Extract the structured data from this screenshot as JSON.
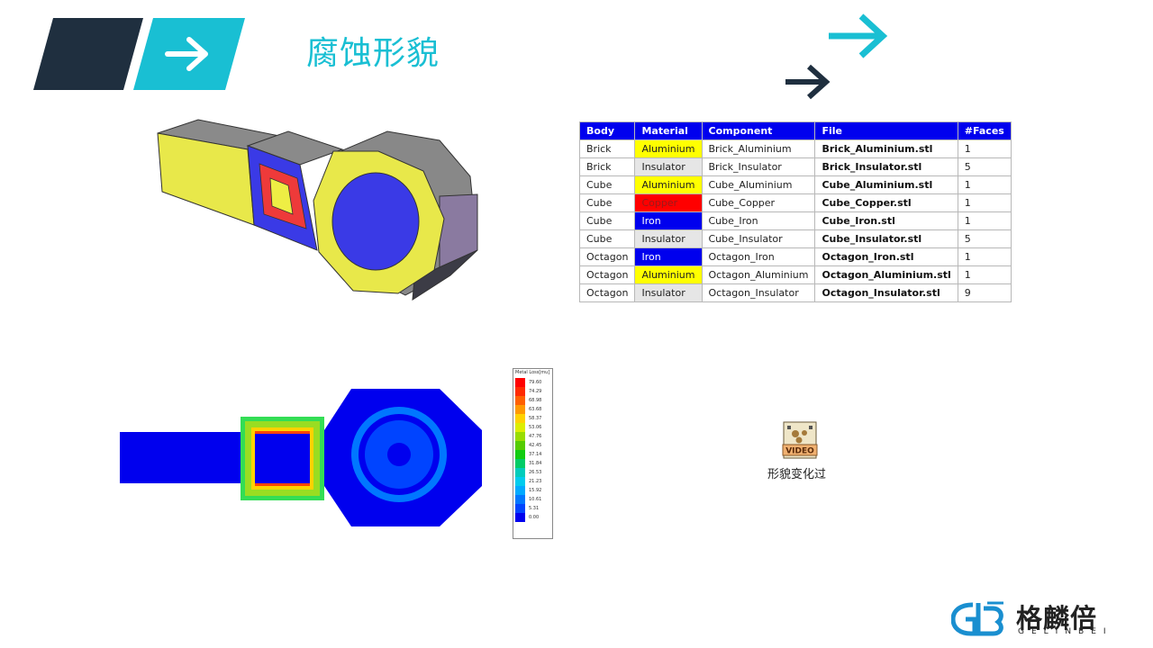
{
  "header": {
    "title": "腐蚀形貌"
  },
  "table": {
    "headers": [
      "Body",
      "Material",
      "Component",
      "File",
      "#Faces"
    ],
    "rows": [
      {
        "body": "Brick",
        "material": "Aluminium",
        "material_color": "#ffff00",
        "material_text_color": "#222222",
        "component": "Brick_Aluminium",
        "file": "Brick_Aluminium.stl",
        "faces": "1"
      },
      {
        "body": "Brick",
        "material": "Insulator",
        "material_color": "#e6e6e6",
        "material_text_color": "#222222",
        "component": "Brick_Insulator",
        "file": "Brick_Insulator.stl",
        "faces": "5"
      },
      {
        "body": "Cube",
        "material": "Aluminium",
        "material_color": "#ffff00",
        "material_text_color": "#222222",
        "component": "Cube_Aluminium",
        "file": "Cube_Aluminium.stl",
        "faces": "1"
      },
      {
        "body": "Cube",
        "material": "Copper",
        "material_color": "#ff0000",
        "material_text_color": "#9a1a1a",
        "component": "Cube_Copper",
        "file": "Cube_Copper.stl",
        "faces": "1"
      },
      {
        "body": "Cube",
        "material": "Iron",
        "material_color": "#0000ee",
        "material_text_color": "#ffffff",
        "component": "Cube_Iron",
        "file": "Cube_Iron.stl",
        "faces": "1"
      },
      {
        "body": "Cube",
        "material": "Insulator",
        "material_color": "#e6e6e6",
        "material_text_color": "#222222",
        "component": "Cube_Insulator",
        "file": "Cube_Insulator.stl",
        "faces": "5"
      },
      {
        "body": "Octagon",
        "material": "Iron",
        "material_color": "#0000ee",
        "material_text_color": "#ffffff",
        "component": "Octagon_Iron",
        "file": "Octagon_Iron.stl",
        "faces": "1"
      },
      {
        "body": "Octagon",
        "material": "Aluminium",
        "material_color": "#ffff00",
        "material_text_color": "#222222",
        "component": "Octagon_Aluminium",
        "file": "Octagon_Aluminium.stl",
        "faces": "1"
      },
      {
        "body": "Octagon",
        "material": "Insulator",
        "material_color": "#e6e6e6",
        "material_text_color": "#222222",
        "component": "Octagon_Insulator",
        "file": "Octagon_Insulator.stl",
        "faces": "9"
      }
    ]
  },
  "legend": {
    "title": "Metal Loss[mu]",
    "entries": [
      {
        "label": "79.60",
        "color": "#ff0000"
      },
      {
        "label": "74.29",
        "color": "#ff2a00"
      },
      {
        "label": "68.98",
        "color": "#ff6000"
      },
      {
        "label": "63.68",
        "color": "#ff9900"
      },
      {
        "label": "58.37",
        "color": "#ffd200"
      },
      {
        "label": "53.06",
        "color": "#ddee00"
      },
      {
        "label": "47.76",
        "color": "#99dd00"
      },
      {
        "label": "42.45",
        "color": "#55cc00"
      },
      {
        "label": "37.14",
        "color": "#11cc11"
      },
      {
        "label": "31.84",
        "color": "#00cc66"
      },
      {
        "label": "26.53",
        "color": "#00ccbb"
      },
      {
        "label": "21.23",
        "color": "#00ccee"
      },
      {
        "label": "15.92",
        "color": "#00aaff"
      },
      {
        "label": "10.61",
        "color": "#0077ff"
      },
      {
        "label": "5.31",
        "color": "#0044ff"
      },
      {
        "label": "0.00",
        "color": "#0000ee"
      }
    ]
  },
  "video": {
    "badge": "VIDEO",
    "caption": "形貌变化过"
  },
  "logo": {
    "name_cn": "格麟倍",
    "name_en": "GELINBEI"
  },
  "colors": {
    "accent_teal": "#19bfd3",
    "dark_navy": "#1f2f3f",
    "header_blue": "#0000ee"
  }
}
